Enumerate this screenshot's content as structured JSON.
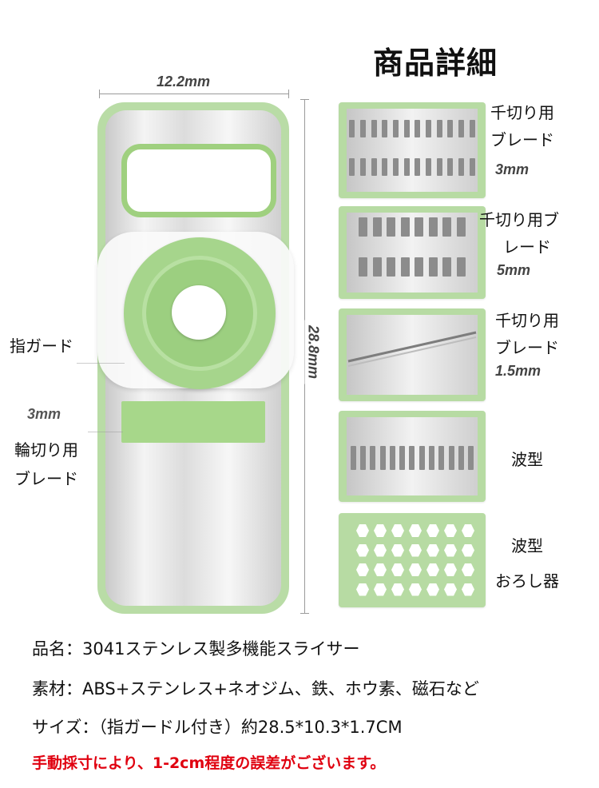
{
  "title": "商品詳細",
  "dimensions": {
    "width": "12.2mm",
    "height": "28.8mm"
  },
  "callouts": {
    "finger_guard": "指ガード",
    "slot_size": "3mm",
    "ring_blade_line1": "輪切り用",
    "ring_blade_line2": "ブレード"
  },
  "blades": [
    {
      "line1": "千切り用",
      "line2": "ブレード",
      "size": "3mm"
    },
    {
      "line1": "千切り用ブ",
      "line2": "レード",
      "size": "5mm"
    },
    {
      "line1": "千切り用",
      "line2": "ブレード",
      "size": "1.5mm"
    },
    {
      "line1": "波型",
      "line2": "",
      "size": ""
    },
    {
      "line1": "波型",
      "line2": "おろし器",
      "size": ""
    }
  ],
  "specs": {
    "name": "品名：3041ステンレス製多機能スライサー",
    "material": "素材：ABS+ステンレス+ネオジム、鉄、ホウ素、磁石など",
    "size": "サイズ：（指ガードル付き）約28.5*10.3*1.7CM",
    "note": "手動採寸により、1-2cm程度の誤差がございます。"
  },
  "colors": {
    "accent_green": "#a6d58c",
    "note_red": "#e0000f"
  }
}
